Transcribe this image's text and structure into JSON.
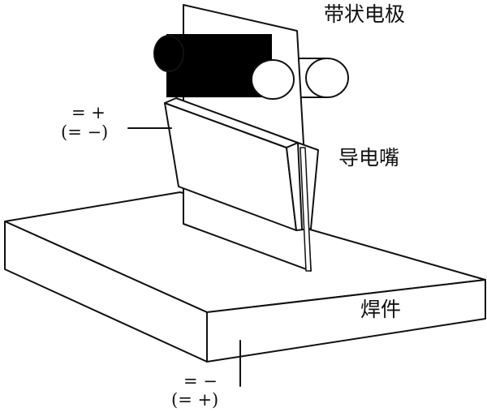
{
  "labels": {
    "strip_electrode": "带状电极",
    "contact_tube": "导电嘴",
    "workpiece": "焊件"
  },
  "polarity": {
    "nozzle_primary": "= +",
    "nozzle_alternate": "(= −)",
    "workpiece_primary": "= −",
    "workpiece_alternate": "(= +)"
  },
  "colors": {
    "line": "#111111",
    "roller": "#000000",
    "background": "#ffffff"
  }
}
